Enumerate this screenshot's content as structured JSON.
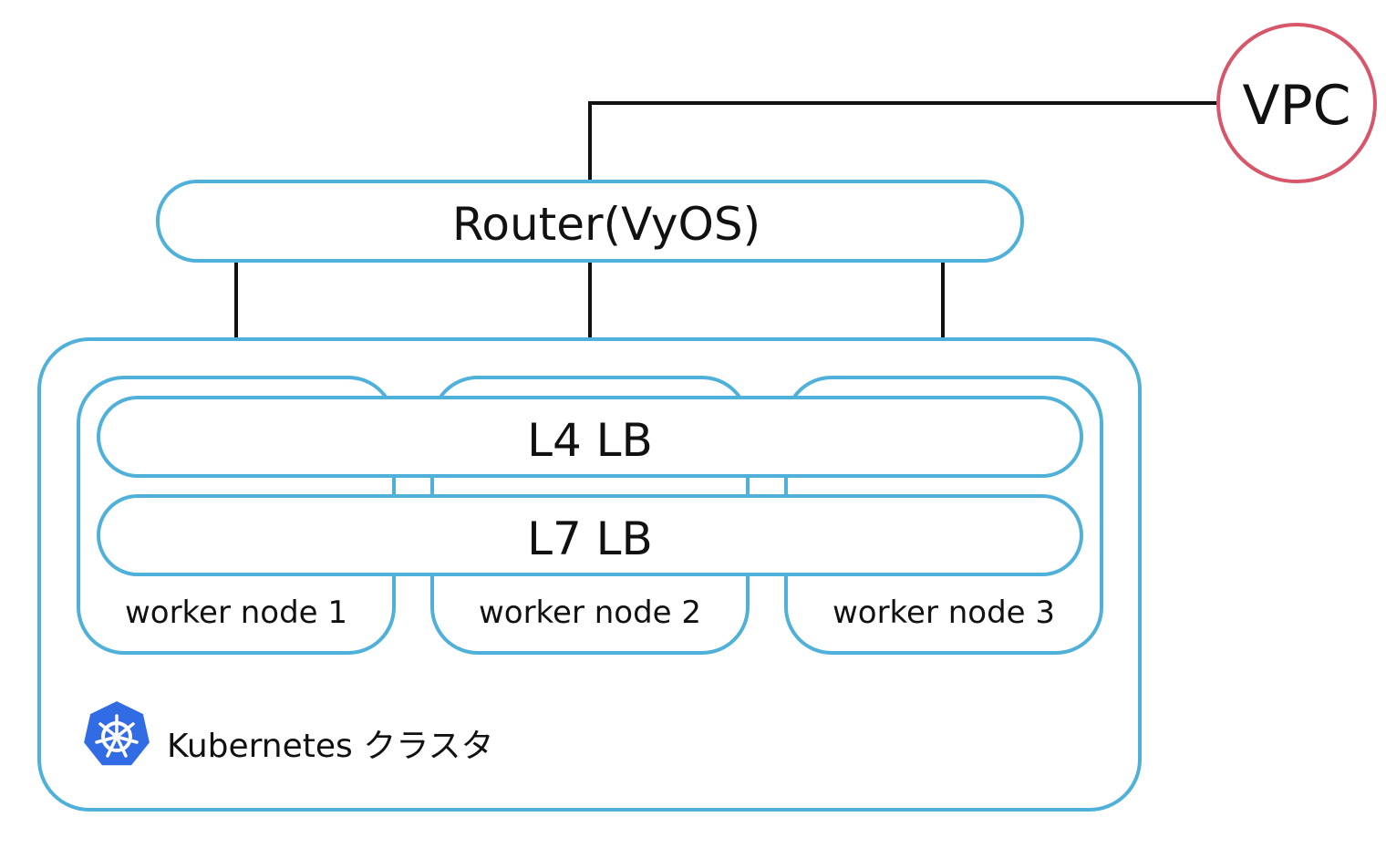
{
  "diagram": {
    "vpc": {
      "label": "VPC"
    },
    "router": {
      "label": "Router(VyOS)"
    },
    "l4_lb": {
      "label": "L4 LB"
    },
    "l7_lb": {
      "label": "L7 LB"
    },
    "worker_nodes": [
      {
        "label": "worker node 1"
      },
      {
        "label": "worker node 2"
      },
      {
        "label": "worker node 3"
      }
    ],
    "cluster": {
      "label": "Kubernetes クラスタ",
      "icon": "kubernetes-icon"
    }
  },
  "colors": {
    "box_stroke": "#4fb1da",
    "vpc_stroke": "#d8566a",
    "line": "#111111",
    "text": "#111111",
    "k8s_icon": "#326ce5"
  }
}
